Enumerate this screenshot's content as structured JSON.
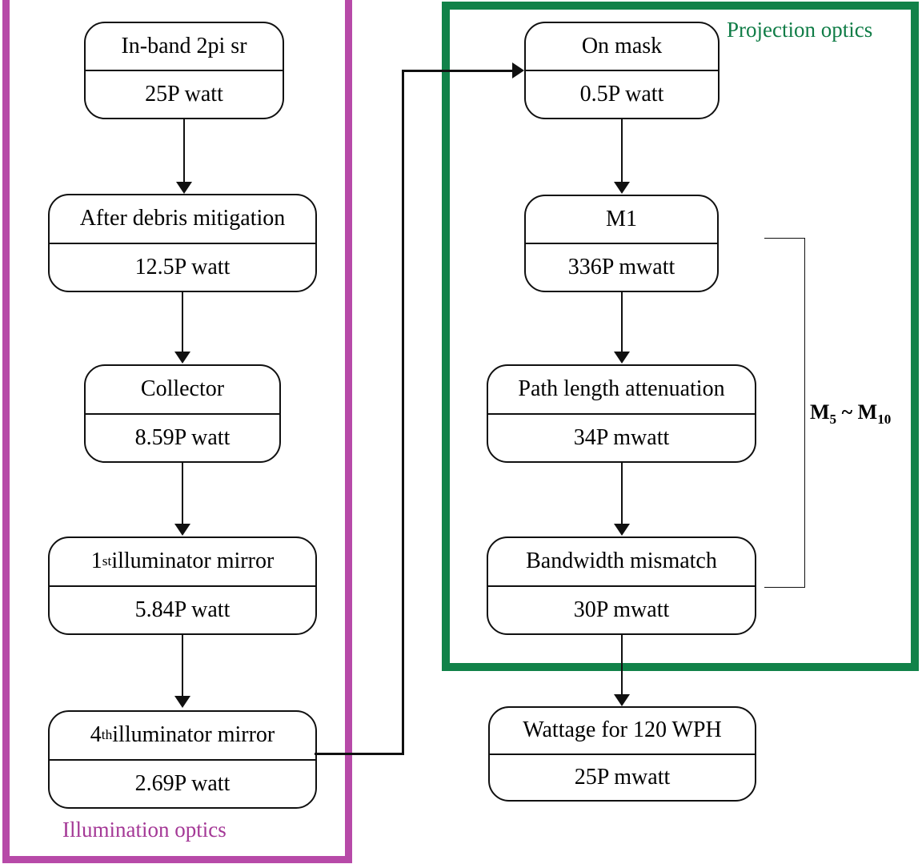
{
  "diagram": {
    "title_illumination": "Illumination optics",
    "title_projection": "Projection optics",
    "colors": {
      "illumination_border": "#b74aa8",
      "illumination_label": "#a43896",
      "projection_border": "#118249",
      "projection_label": "#0f7c46",
      "node_stroke": "#101010",
      "background": "#ffffff"
    },
    "bracket": {
      "label_prefix": "M",
      "label_sub_from": "5",
      "label_tilde": " ~ ",
      "label_sub_to": "10",
      "label_plain": "M5 ~ M10",
      "spans": [
        "M1",
        "Bandwidth mismatch"
      ]
    },
    "left_column": {
      "nodes": [
        {
          "id": "in-band",
          "title": "In-band 2pi sr",
          "value": "25P watt"
        },
        {
          "id": "after-debris",
          "title": "After debris mitigation",
          "value": "12.5P watt"
        },
        {
          "id": "collector",
          "title": "Collector",
          "value": "8.59P watt"
        },
        {
          "id": "first-illuminator-mirror",
          "title_pre": "1",
          "title_sup": "st",
          "title_post": " illuminator mirror",
          "title": "1st illuminator mirror",
          "value": "5.84P watt"
        },
        {
          "id": "fourth-illuminator-mirror",
          "title_pre": "4",
          "title_sup": "th",
          "title_post": " illuminator mirror",
          "title": "4th illuminator mirror",
          "value": "2.69P watt"
        }
      ]
    },
    "right_column": {
      "nodes": [
        {
          "id": "on-mask",
          "title": "On mask",
          "value": "0.5P watt"
        },
        {
          "id": "m1",
          "title": "M1",
          "value": "336P mwatt"
        },
        {
          "id": "path-length-attenuation",
          "title": "Path length attenuation",
          "value": "34P mwatt"
        },
        {
          "id": "bandwidth-mismatch",
          "title": "Bandwidth mismatch",
          "value": "30P mwatt"
        },
        {
          "id": "wattage-120-wph",
          "title": "Wattage for 120 WPH",
          "value": "25P mwatt"
        }
      ]
    }
  }
}
